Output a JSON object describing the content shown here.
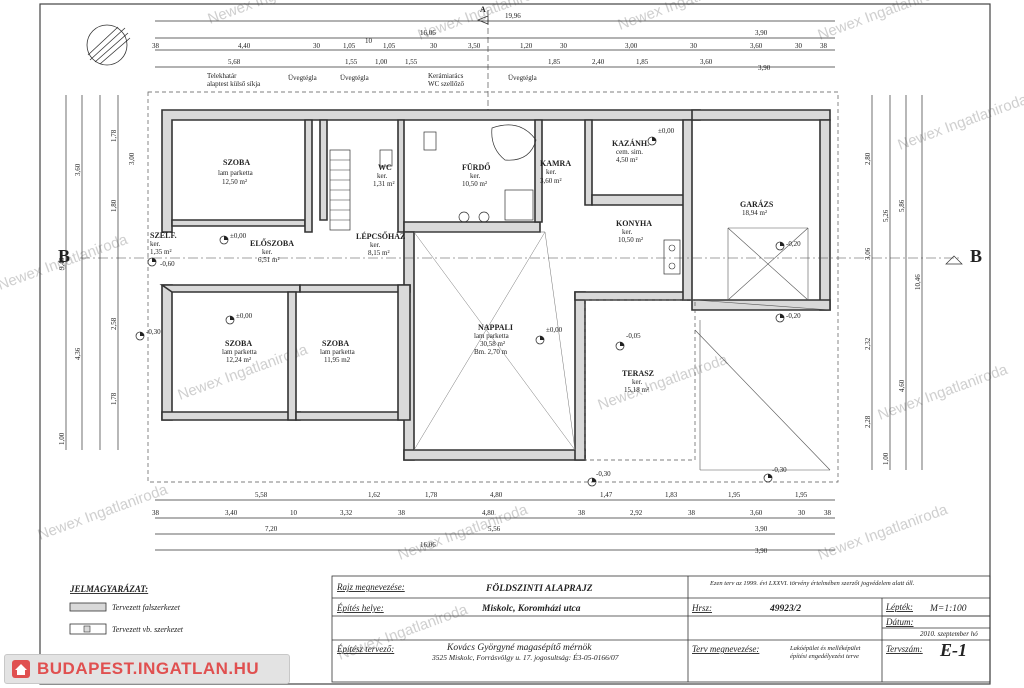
{
  "watermark": {
    "text": "Newex Ingatlaniroda"
  },
  "brand": {
    "text": "BUDAPEST.INGATLAN.HU",
    "color": "#e05050"
  },
  "section_marks": {
    "left": "B",
    "right": "B",
    "top": "A"
  },
  "rooms": [
    {
      "name": "SZOBA",
      "floor": "lam parketta",
      "area": "12,50 m²"
    },
    {
      "name": "WC",
      "floor": "ker.",
      "area": "1,31 m²"
    },
    {
      "name": "FÜRDŐ",
      "floor": "ker.",
      "area": "10,50 m²"
    },
    {
      "name": "KAMRA",
      "floor": "ker.",
      "area": "3,60 m²"
    },
    {
      "name": "KAZÁNH.",
      "floor": "cem. sim.",
      "area": "4,50 m²"
    },
    {
      "name": "GARÁZS",
      "floor": "",
      "area": "18,94 m²"
    },
    {
      "name": "SZELF.",
      "floor": "ker.",
      "area": "1,35 m²"
    },
    {
      "name": "ELŐSZOBA",
      "floor": "ker.",
      "area": "6,51 m²"
    },
    {
      "name": "LÉPCSŐHÁZ",
      "floor": "ker.",
      "area": "8,15 m²"
    },
    {
      "name": "KONYHA",
      "floor": "ker.",
      "area": "10,50 m²"
    },
    {
      "name": "NAPPALI",
      "floor": "lam parketta",
      "area": "30,58 m²",
      "extra": "Bm. 2,70 m"
    },
    {
      "name": "SZOBA",
      "floor": "lam parketta",
      "area": "12,24 m²"
    },
    {
      "name": "SZOBA",
      "floor": "lam parketta",
      "area": "11,95 m2"
    },
    {
      "name": "TERASZ",
      "floor": "ker.",
      "area": "15,18 m²"
    }
  ],
  "labels": {
    "telekhatar": "Telekhatár",
    "alaptest": "alaptest külső síkja",
    "uvegtegla1": "Üvegtégla",
    "uvegtegla2": "Üvegtégla",
    "keramiaracs": "Kerámiarács",
    "wc_szellozo": "WC szellőző",
    "uvegtegla3": "Üvegtégla"
  },
  "levels": [
    "±0,00",
    "±0,00",
    "±0,00",
    "±0,00",
    "-0,05",
    "-0,20",
    "-0,20",
    "-0,30",
    "-0,30",
    "-0,30",
    "-0,60"
  ],
  "dimensions": {
    "top_row1": [
      "19,96"
    ],
    "top_row2": [
      "16,06",
      "3,90"
    ],
    "top_row3": [
      "38",
      "4,40",
      "30",
      "1,05",
      "10",
      "1,05",
      "30",
      "3,50",
      "1,20",
      "30",
      "3,00",
      "30",
      "3,60",
      "30",
      "38"
    ],
    "top_row4": [
      "5,68",
      "1,55",
      "1,00",
      "1,55",
      "1,85",
      "2,40",
      "1,85",
      "3,60",
      "3,90"
    ],
    "bottom_row1": [
      "5,58",
      "1,62",
      "1,78",
      "4,80",
      "1,47",
      "1,83",
      "1,95",
      "1,95"
    ],
    "bottom_row2": [
      "38",
      "3,40",
      "10",
      "3,32",
      "38",
      "4,80",
      "38",
      "2,92",
      "38",
      "3,60",
      "30",
      "38"
    ],
    "bottom_row3": [
      "7,20",
      "5,56",
      "3,90"
    ],
    "bottom_row4": [
      "16,06",
      "3,90"
    ],
    "left_col": [
      "9,46",
      "3,60",
      "1,78",
      "3,00",
      "1,80",
      "2,58",
      "4,36",
      "1,78",
      "1,00"
    ],
    "right_col": [
      "10,46",
      "5,86",
      "5,26",
      "2,80",
      "3,06",
      "4,60",
      "2,32",
      "2,28",
      "1,00"
    ]
  },
  "legend": {
    "title": "JELMAGYARÁZAT:",
    "item1": "Tervezett falszerkezet",
    "item2": "Tervezett vb. szerkezet"
  },
  "title_block": {
    "rajz_label": "Rajz megnevezése:",
    "rajz_value": "FÖLDSZINTI ALAPRAJZ",
    "copyright": "Ezen terv az 1999. évi LXXVI. törvény értelmében szerzői jogvédelem alatt áll.",
    "epites_label": "Építés helye:",
    "epites_value": "Miskolc, Koromházi utca",
    "hrsz_label": "Hrsz:",
    "hrsz_value": "49923/2",
    "lepték_label": "Lépték:",
    "lepték_value": "M=1:100",
    "datum_label": "Dátum:",
    "datum_value": "2010. szeptember hó",
    "tervezo_label": "Építész tervező:",
    "tervezo_value1": "Kovács Györgyné magasépítő mérnök",
    "tervezo_value2": "3525 Miskolc, Forrásvölgy u. 17. jogosultság: É3-05-0166/07",
    "terv_label": "Terv megnevezése:",
    "terv_value1": "Lakóépület és melléképület",
    "terv_value2": "építési engedélyezési terve",
    "tervszam_label": "Tervszám:",
    "tervszam_value": "E-1"
  }
}
